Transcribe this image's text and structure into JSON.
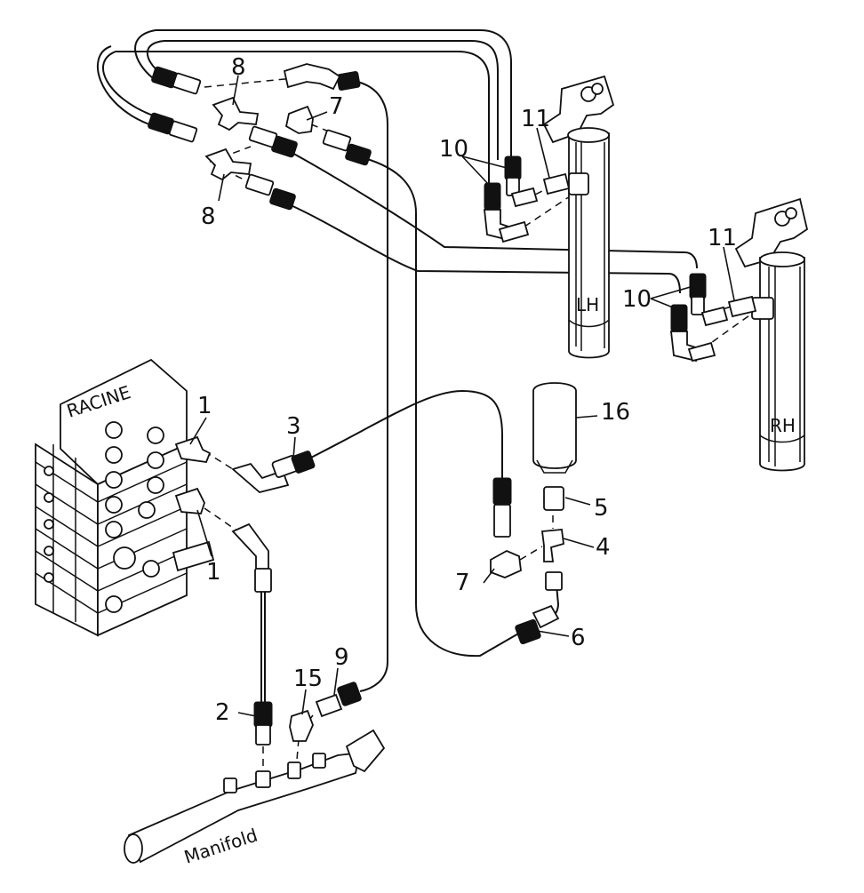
{
  "diagram": {
    "callouts": {
      "c1a": "1",
      "c1b": "1",
      "c2": "2",
      "c3": "3",
      "c4": "4",
      "c5": "5",
      "c6": "6",
      "c7a": "7",
      "c7b": "7",
      "c8a": "8",
      "c8b": "8",
      "c9": "9",
      "c10a": "10",
      "c10b": "10",
      "c11a": "11",
      "c11b": "11",
      "c15": "15",
      "c16": "16"
    },
    "text": {
      "valve": "RACINE",
      "left_cylinder": "LH",
      "right_cylinder": "RH",
      "manifold": "Manifold"
    }
  }
}
